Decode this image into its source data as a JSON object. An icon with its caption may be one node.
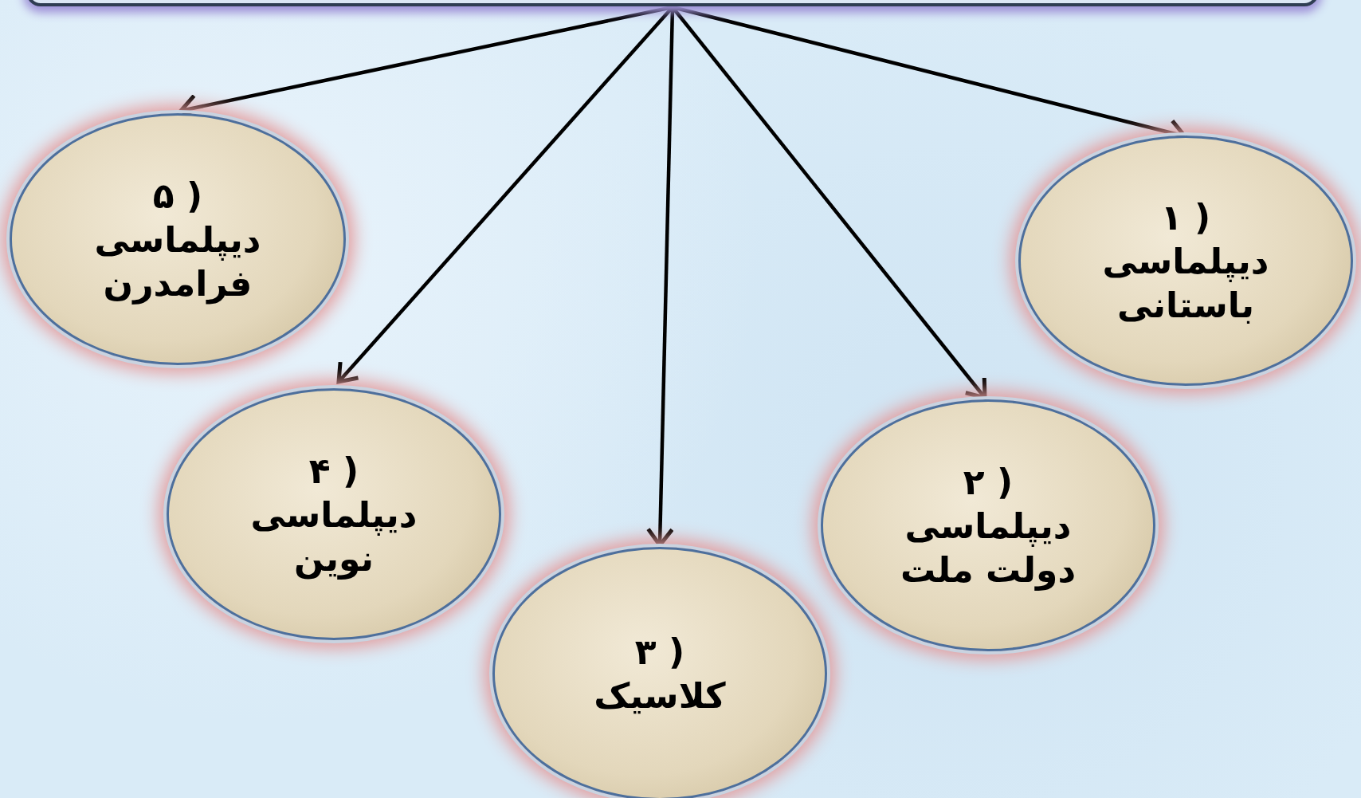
{
  "diagram": {
    "nodes": [
      {
        "text": [],
        "shape": "box"
      },
      {
        "text": [
          "۱ )",
          "دیپلماسی باستانی"
        ]
      },
      {
        "text": [
          "۲ )",
          "دیپلماسی دولت ملت"
        ]
      },
      {
        "text": [
          "۳ )",
          "کلاسیک"
        ]
      },
      {
        "text": [
          "۴ )",
          "دیپلماسی نوین"
        ]
      },
      {
        "text": [
          "۵ )",
          "دیپلماسی فرامدرن"
        ]
      }
    ],
    "edges": [
      {
        "from": 0,
        "to": 1,
        "arrow": "to"
      },
      {
        "from": 0,
        "to": 2,
        "arrow": "to"
      },
      {
        "from": 0,
        "to": 3,
        "arrow": "to"
      },
      {
        "from": 0,
        "to": 4,
        "arrow": "to"
      },
      {
        "from": 0,
        "to": 5,
        "arrow": "to"
      }
    ]
  }
}
